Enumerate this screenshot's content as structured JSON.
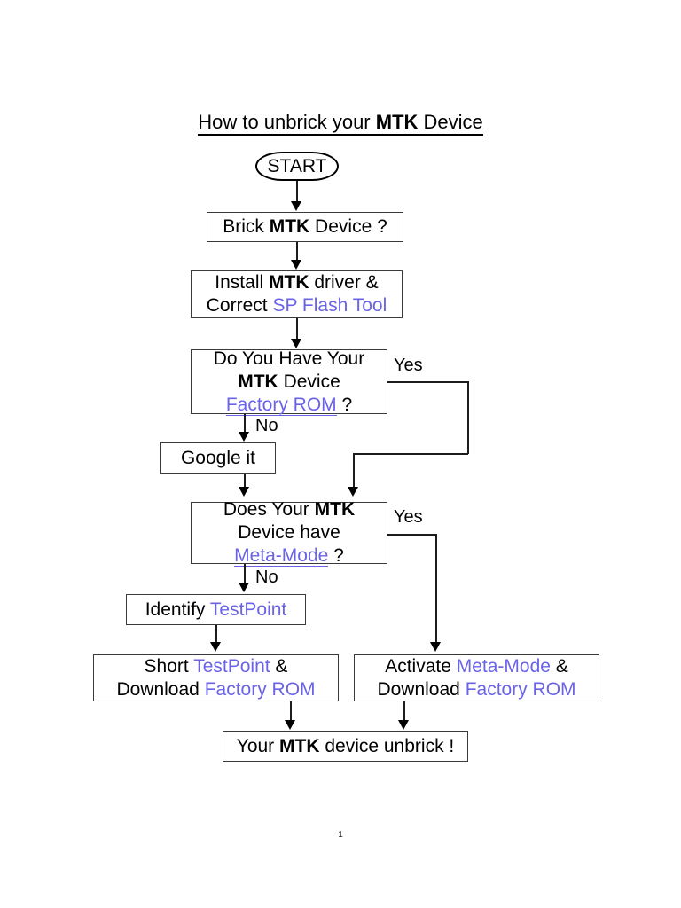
{
  "document": {
    "title_prefix": "How to unbrick your ",
    "title_bold": "MTK",
    "title_suffix": " Device",
    "page_number": "1",
    "accent_color": "#6A63E8",
    "line_color": "#1c1c1c",
    "background_color": "#ffffff"
  },
  "flowchart": {
    "type": "flowchart",
    "nodes": {
      "start": {
        "label": "START",
        "shape": "stadium"
      },
      "brick": {
        "shape": "rect",
        "lines": [
          [
            {
              "text": "Brick ",
              "style": "plain"
            },
            {
              "text": "MTK",
              "style": "bold"
            },
            {
              "text": " Device ?",
              "style": "plain"
            }
          ]
        ]
      },
      "install_driver": {
        "shape": "rect",
        "lines": [
          [
            {
              "text": "Install ",
              "style": "plain"
            },
            {
              "text": "MTK",
              "style": "bold"
            },
            {
              "text": " driver &",
              "style": "plain"
            }
          ],
          [
            {
              "text": "Correct ",
              "style": "plain"
            },
            {
              "text": "SP Flash Tool",
              "style": "blue"
            }
          ]
        ]
      },
      "have_factory_rom": {
        "shape": "rect",
        "lines": [
          [
            {
              "text": "Do You Have Your",
              "style": "plain"
            }
          ],
          [
            {
              "text": "MTK",
              "style": "bold"
            },
            {
              "text": " Device",
              "style": "plain"
            }
          ],
          [
            {
              "text": "Factory ROM",
              "style": "blue-underline"
            },
            {
              "text": " ?",
              "style": "plain"
            }
          ]
        ]
      },
      "google_it": {
        "shape": "rect",
        "lines": [
          [
            {
              "text": "Google it",
              "style": "plain"
            }
          ]
        ]
      },
      "has_meta_mode": {
        "shape": "rect",
        "lines": [
          [
            {
              "text": "Does Your ",
              "style": "plain"
            },
            {
              "text": "MTK",
              "style": "bold"
            }
          ],
          [
            {
              "text": "Device have",
              "style": "plain"
            }
          ],
          [
            {
              "text": "Meta-Mode",
              "style": "blue-underline"
            },
            {
              "text": " ?",
              "style": "plain"
            }
          ]
        ]
      },
      "identify_testpoint": {
        "shape": "rect",
        "lines": [
          [
            {
              "text": "Identify ",
              "style": "plain"
            },
            {
              "text": "TestPoint",
              "style": "blue"
            }
          ]
        ]
      },
      "short_testpoint": {
        "shape": "rect",
        "lines": [
          [
            {
              "text": "Short ",
              "style": "plain"
            },
            {
              "text": "TestPoint",
              "style": "blue"
            },
            {
              "text": " &",
              "style": "plain"
            }
          ],
          [
            {
              "text": "Download ",
              "style": "plain"
            },
            {
              "text": "Factory ROM",
              "style": "blue"
            }
          ]
        ]
      },
      "activate_meta_mode": {
        "shape": "rect",
        "lines": [
          [
            {
              "text": "Activate ",
              "style": "plain"
            },
            {
              "text": "Meta-Mode",
              "style": "blue"
            },
            {
              "text": " &",
              "style": "plain"
            }
          ],
          [
            {
              "text": "Download ",
              "style": "plain"
            },
            {
              "text": "Factory ROM",
              "style": "blue"
            }
          ]
        ]
      },
      "end": {
        "shape": "rect",
        "lines": [
          [
            {
              "text": "Your ",
              "style": "plain"
            },
            {
              "text": "MTK",
              "style": "bold"
            },
            {
              "text": " device unbrick !",
              "style": "plain"
            }
          ]
        ]
      }
    },
    "edge_labels": {
      "yes_factory_rom": "Yes",
      "no_factory_rom": "No",
      "yes_meta_mode": "Yes",
      "no_meta_mode": "No"
    },
    "edges": [
      {
        "from": "start",
        "to": "brick",
        "label": ""
      },
      {
        "from": "brick",
        "to": "install_driver",
        "label": ""
      },
      {
        "from": "install_driver",
        "to": "have_factory_rom",
        "label": ""
      },
      {
        "from": "have_factory_rom",
        "to": "google_it",
        "label": "No"
      },
      {
        "from": "have_factory_rom",
        "to": "has_meta_mode",
        "label": "Yes"
      },
      {
        "from": "google_it",
        "to": "has_meta_mode",
        "label": ""
      },
      {
        "from": "has_meta_mode",
        "to": "identify_testpoint",
        "label": "No"
      },
      {
        "from": "has_meta_mode",
        "to": "activate_meta_mode",
        "label": "Yes"
      },
      {
        "from": "identify_testpoint",
        "to": "short_testpoint",
        "label": ""
      },
      {
        "from": "short_testpoint",
        "to": "end",
        "label": ""
      },
      {
        "from": "activate_meta_mode",
        "to": "end",
        "label": ""
      }
    ]
  }
}
